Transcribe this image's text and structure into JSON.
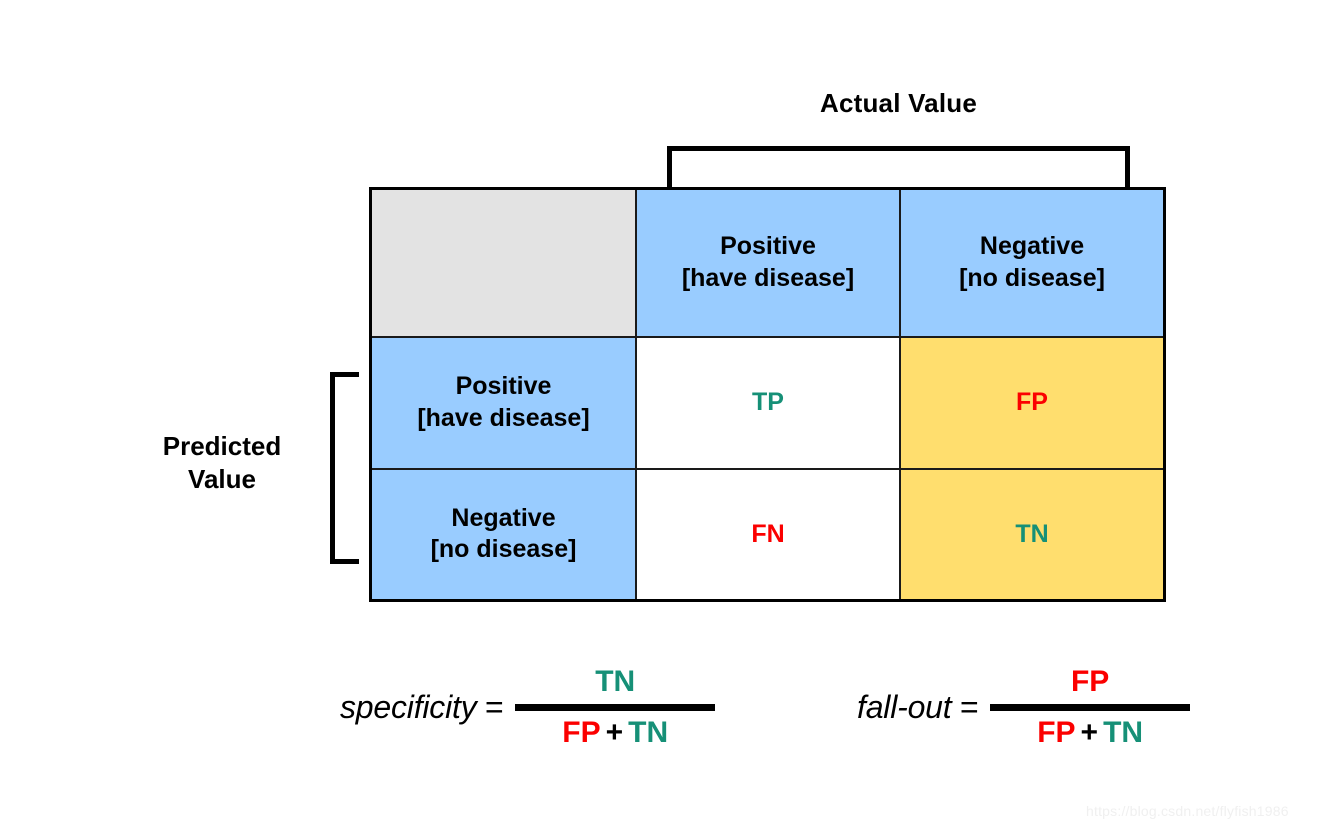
{
  "diagram": {
    "column_group_title": "Actual Value",
    "row_group_title_line1": "Predicted",
    "row_group_title_line2": "Value"
  },
  "matrix": {
    "corner_label": "",
    "column_headers": [
      {
        "line1": "Positive",
        "line2": "[have disease]"
      },
      {
        "line1": "Negative",
        "line2": "[no disease]"
      }
    ],
    "row_headers": [
      {
        "line1": "Positive",
        "line2": "[have disease]"
      },
      {
        "line1": "Negative",
        "line2": "[no disease]"
      }
    ],
    "cells": [
      [
        {
          "label": "TP",
          "kind": "true",
          "highlight": false
        },
        {
          "label": "FP",
          "kind": "false",
          "highlight": true
        }
      ],
      [
        {
          "label": "FN",
          "kind": "false",
          "highlight": false
        },
        {
          "label": "TN",
          "kind": "true",
          "highlight": true
        }
      ]
    ]
  },
  "formulas": [
    {
      "name": "specificity",
      "equals": "=",
      "numerator": {
        "label": "TN",
        "kind": "true"
      },
      "denominator": {
        "left": {
          "label": "FP",
          "kind": "false"
        },
        "operator": "+",
        "right": {
          "label": "TN",
          "kind": "true"
        }
      }
    },
    {
      "name": "fall-out",
      "equals": "=",
      "numerator": {
        "label": "FP",
        "kind": "false"
      },
      "denominator": {
        "left": {
          "label": "FP",
          "kind": "false"
        },
        "operator": "+",
        "right": {
          "label": "TN",
          "kind": "true"
        }
      }
    }
  ],
  "watermark": "https://blog.csdn.net/flyfish1986",
  "colors": {
    "header_blue": "#99ccff",
    "corner_gray": "#e3e3e3",
    "highlight_gold": "#ffde6e",
    "true_teal": "#169077",
    "false_red": "#fb0000",
    "border_black": "#1a1a1a"
  }
}
